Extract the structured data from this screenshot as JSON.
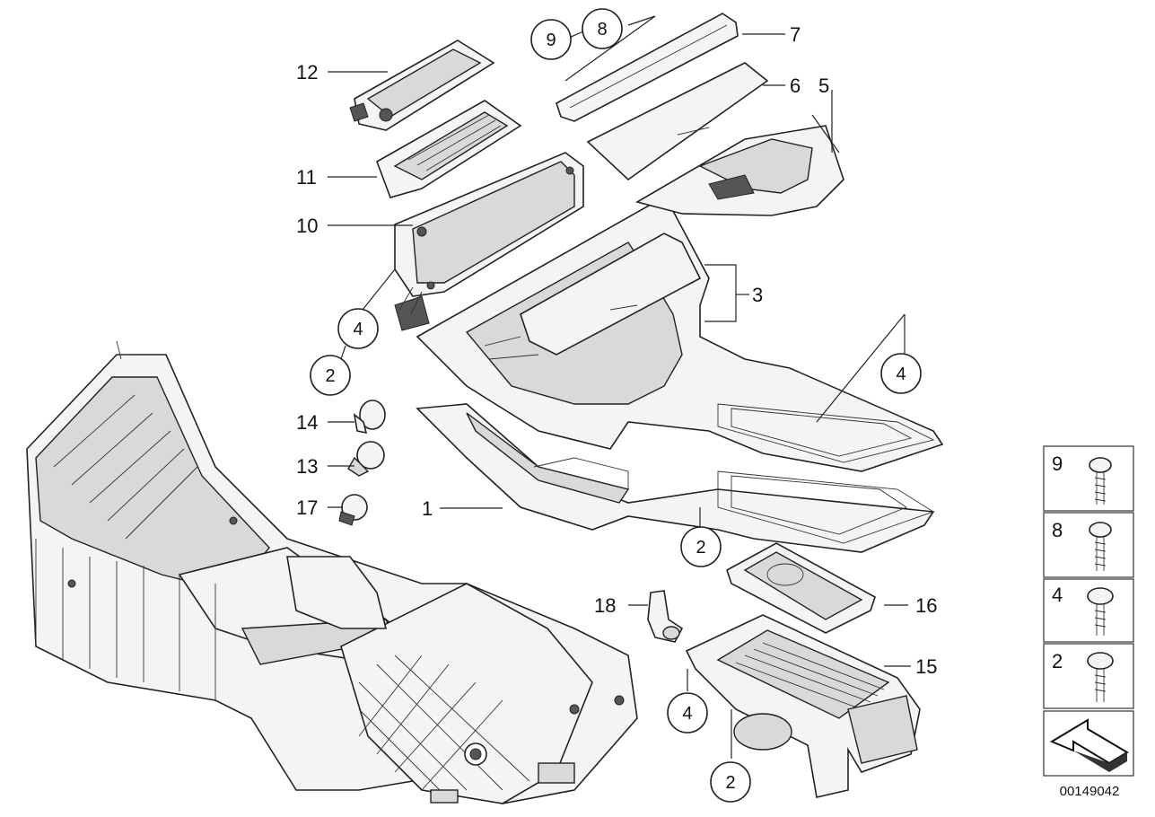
{
  "diagram": {
    "callouts": [
      {
        "id": "c12",
        "text": "12"
      },
      {
        "id": "c11",
        "text": "11"
      },
      {
        "id": "c10",
        "text": "10"
      },
      {
        "id": "c9",
        "text": "9"
      },
      {
        "id": "c8",
        "text": "8"
      },
      {
        "id": "c7",
        "text": "7"
      },
      {
        "id": "c6",
        "text": "6"
      },
      {
        "id": "c5",
        "text": "5"
      },
      {
        "id": "c3",
        "text": "3"
      },
      {
        "id": "c4a",
        "text": "4"
      },
      {
        "id": "c4b",
        "text": "4"
      },
      {
        "id": "c4c",
        "text": "4"
      },
      {
        "id": "c2a",
        "text": "2"
      },
      {
        "id": "c2b",
        "text": "2"
      },
      {
        "id": "c2c",
        "text": "2"
      },
      {
        "id": "c14",
        "text": "14"
      },
      {
        "id": "c13",
        "text": "13"
      },
      {
        "id": "c17",
        "text": "17"
      },
      {
        "id": "c1",
        "text": "1"
      },
      {
        "id": "c18",
        "text": "18"
      },
      {
        "id": "c16",
        "text": "16"
      },
      {
        "id": "c15",
        "text": "15"
      }
    ],
    "screw_legend": [
      {
        "text": "9"
      },
      {
        "text": "8"
      },
      {
        "text": "4"
      },
      {
        "text": "2"
      }
    ],
    "diagram_code": "00149042"
  }
}
